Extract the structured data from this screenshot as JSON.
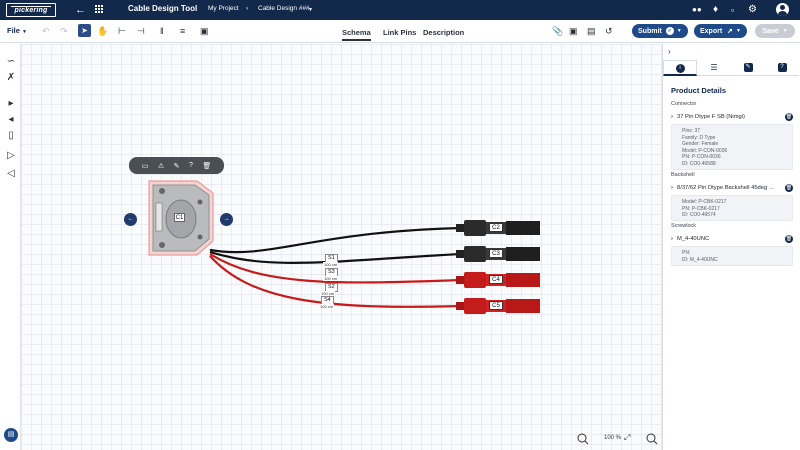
{
  "app": {
    "logo_text": "pickering",
    "title": "Cable Design Tool",
    "breadcrumb": [
      "My Project",
      "Cable Design ###"
    ]
  },
  "toolbar": {
    "file_label": "File",
    "tabs": [
      "Schema",
      "Link Pins",
      "Description"
    ],
    "submit_label": "Submit",
    "export_label": "Export",
    "save_label": "Save"
  },
  "canvas": {
    "zoom_label": "100 %",
    "connector_label": "C1",
    "plugs": [
      "C2",
      "C3",
      "C4",
      "C5"
    ],
    "wires": [
      {
        "label": "S1",
        "length": "100 cm"
      },
      {
        "label": "S3",
        "length": "100 cm"
      },
      {
        "label": "S2",
        "length": "100 cm"
      },
      {
        "label": "S4",
        "length": "100 cm"
      }
    ]
  },
  "panel": {
    "title": "Product Details",
    "sections": [
      {
        "label": "Connector",
        "item": "37 Pin Dtype F SB (Nimgi)",
        "details": [
          "Pins: 37",
          "Family: D Type",
          "Gender: Female",
          "Model: P-CON-0036",
          "PN: P-CON-0036",
          "ID: CO0-46588"
        ]
      },
      {
        "label": "Backshell",
        "item": "8/37/62 Pin Dtype Backshell 45deg ...",
        "details": [
          "Model: P-CBK-0217",
          "PN: P-CBK-0217",
          "ID: CO0-46574"
        ]
      },
      {
        "label": "Screwlock",
        "item": "M_4-40UNC",
        "details": [
          "PN:",
          "ID: M_4-40UNC"
        ]
      }
    ]
  },
  "colors": {
    "nav": "#13294b",
    "primary": "#1f4a8a",
    "wire_black": "#111111",
    "wire_red": "#cc1b1b"
  }
}
